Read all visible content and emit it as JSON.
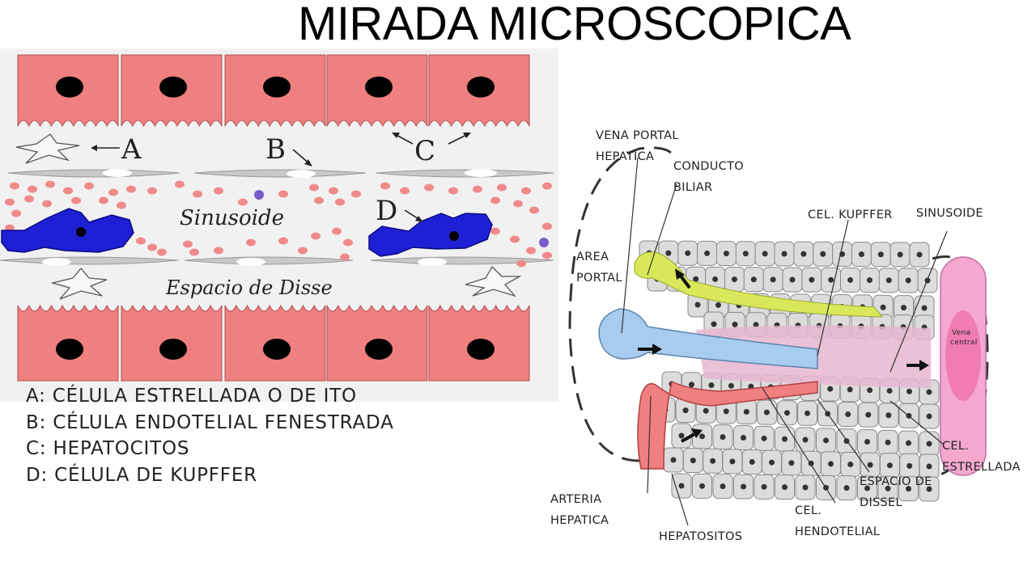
{
  "title": "MIRADA MICROSCOPICA",
  "left_diagram": {
    "letters": {
      "a": "A",
      "b": "B",
      "c": "C",
      "d": "D"
    },
    "sinusoid_label": "Sinusoide",
    "disse_label": "Espacio de Disse"
  },
  "legend": [
    "A: CÉLULA ESTRELLADA O DE ITO",
    "B: CÉLULA ENDOTELIAL FENESTRADA",
    "C: HEPATOCITOS",
    "D: CÉLULA DE KUPFFER"
  ],
  "right_diagram": {
    "vena_portal": [
      "VENA PORTAL",
      "HEPATICA"
    ],
    "conducto": [
      "CONDUCTO",
      "BILIAR"
    ],
    "area_portal": [
      "AREA",
      "PORTAL"
    ],
    "kupffer": "CEL. KUPFFER",
    "sinusoide": "SINUSOIDE",
    "vena_central": [
      "Vena",
      "central"
    ],
    "estrellada": [
      "CEL.",
      "ESTRELLADA"
    ],
    "espacio": [
      "ESPACIO DE",
      "DISSEL"
    ],
    "arteria": [
      "ARTERIA",
      "HEPATICA"
    ],
    "hendotelial": [
      "CEL.",
      "HENDOTELIAL"
    ],
    "hepatositos": "HEPATOSITOS"
  },
  "colors": {
    "hepatocyte": "#f07f7f",
    "nucleus": "#000000",
    "kupffer": "#1f1fd6",
    "rbc": "#f08a8a",
    "endothelial": "#c8c8c8",
    "sinus_bg": "#f1f1f1",
    "bile": "#d8e85a",
    "portal_vein": "#a8ccef",
    "artery": "#f08080",
    "central_vein": "#f4a8d0",
    "right_hepatocyte": "#dcdcdc"
  }
}
